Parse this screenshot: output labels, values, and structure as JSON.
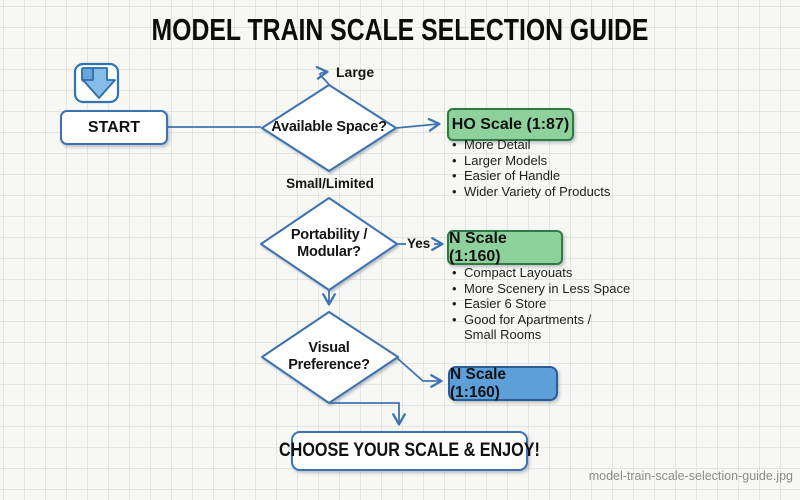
{
  "title": "MODEL TRAIN SCALE SELECTION GUIDE",
  "flow": {
    "start": {
      "label": "START"
    },
    "decision_space": {
      "label": "Available Space?",
      "branch_large": "Large",
      "branch_small": "Small/Limited"
    },
    "result_ho": {
      "label": "HO Scale (1:87)",
      "bullets": [
        "More Detail",
        "Larger Models",
        "Easier of Handle",
        "Wider Variety of Products"
      ]
    },
    "decision_portability": {
      "label": "Portability /\nModular?",
      "branch_yes": "Yes"
    },
    "result_n": {
      "label": "N Scale (1:160)",
      "bullets": [
        "Compact Layouats",
        "More Scenery in Less Space",
        "Easier 6 Store",
        "Good for Apartments /\nSmall Rooms"
      ]
    },
    "decision_visual": {
      "label": "Visual\nPreference?"
    },
    "result_n_blue": {
      "label": "N Scale (1:160)"
    },
    "final": {
      "label": "CHOOSE YOUR SCALE & ENJOY!"
    }
  },
  "icons": {
    "start_icon": "download-arrow-icon"
  },
  "colors": {
    "line": "#3f74b4",
    "green_fill": "#8fd19c",
    "green_border": "#2f7a44",
    "blue_fill": "#5d9fd8",
    "blue_border": "#2b5d94",
    "paper": "#f7f7f4"
  },
  "watermark": "model-train-scale-selection-guide.jpg"
}
